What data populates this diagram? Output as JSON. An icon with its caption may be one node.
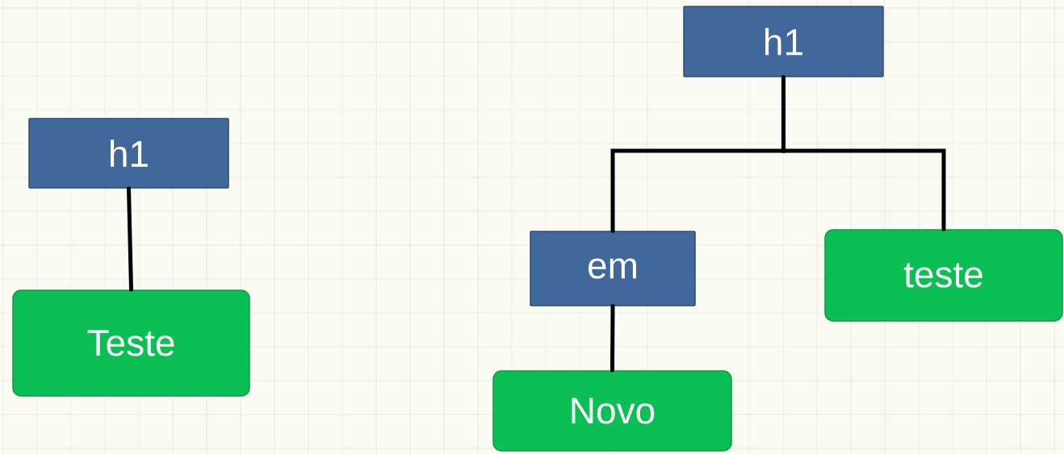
{
  "diagram": {
    "nodes": [
      {
        "text": [
          "h1"
        ]
      },
      {
        "text": [
          "Teste"
        ]
      },
      {
        "text": [
          "h1"
        ]
      },
      {
        "text": [
          "em"
        ]
      },
      {
        "text": [
          "teste"
        ]
      },
      {
        "text": [
          "Novo"
        ]
      }
    ],
    "edges": [
      {
        "from": 0,
        "to": 1,
        "arrow": "none"
      },
      {
        "from": 2,
        "to": 3,
        "arrow": "none"
      },
      {
        "from": 2,
        "to": 4,
        "arrow": "none"
      },
      {
        "from": 3,
        "to": 5,
        "arrow": "none"
      }
    ]
  }
}
